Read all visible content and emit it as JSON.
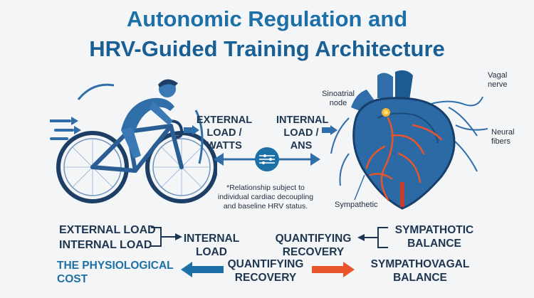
{
  "header": {
    "title_line1": "Autonomic Regulation and",
    "title_line2": "HRV-Guided Training Architecture"
  },
  "top_labels": {
    "external_load": "EXTERNAL LOAD / WATTS",
    "internal_load": "INTERNAL LOAD / ANS",
    "note": "*Relationship subject to individual cardiac decoupling and baseline HRV status."
  },
  "heart_labels": {
    "sinoatrial": "Sinoatrial node",
    "vagal": "Vagal nerve",
    "neural": "Neural fibers",
    "sympathetic": "Sympathetic"
  },
  "bottom": {
    "external_load": "EXTERNAL LOAD",
    "internal_load_left": "INTERNAL LOAD",
    "internal_load": "INTERNAL LOAD",
    "physiological_cost": "THE PHYSIOLOGICAL COST",
    "quantifying_recovery_top": "QUANTIFYING RECOVERY",
    "quantifying_recovery_bottom": "QUANTIFYING RECOVERY",
    "sympathotic_balance": "SYMPATHOTIC BALANCE",
    "sympathovagal_balance": "SYMPATHOVAGAL BALANCE"
  },
  "colors": {
    "blue": "#1d6fa8",
    "dark": "#1e3550",
    "orange": "#e8552a"
  }
}
